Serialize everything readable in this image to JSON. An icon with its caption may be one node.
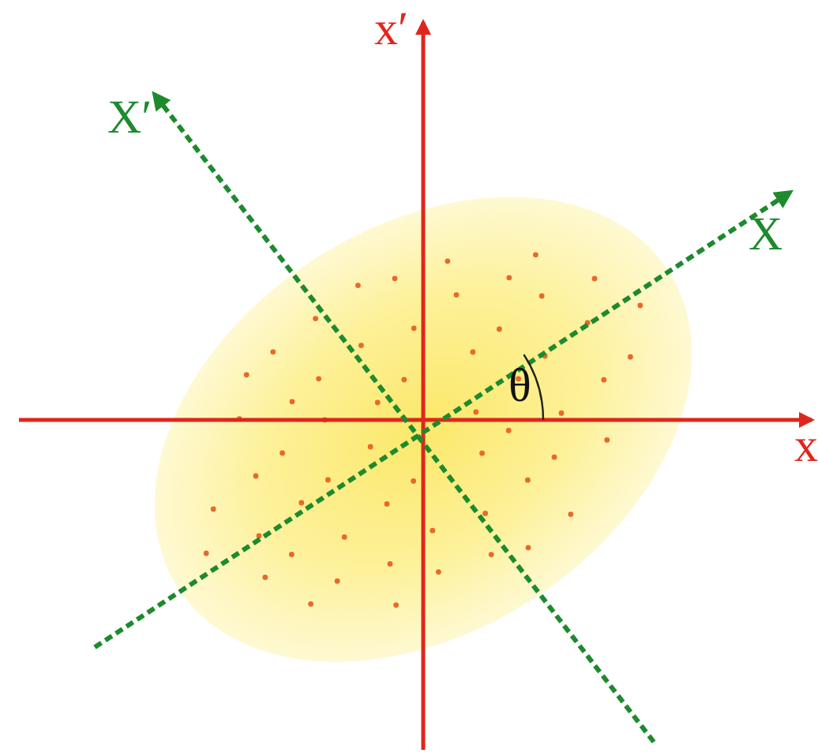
{
  "diagram": {
    "labels": [
      "x′",
      "X′",
      "X",
      "θ",
      "x"
    ]
  }
}
